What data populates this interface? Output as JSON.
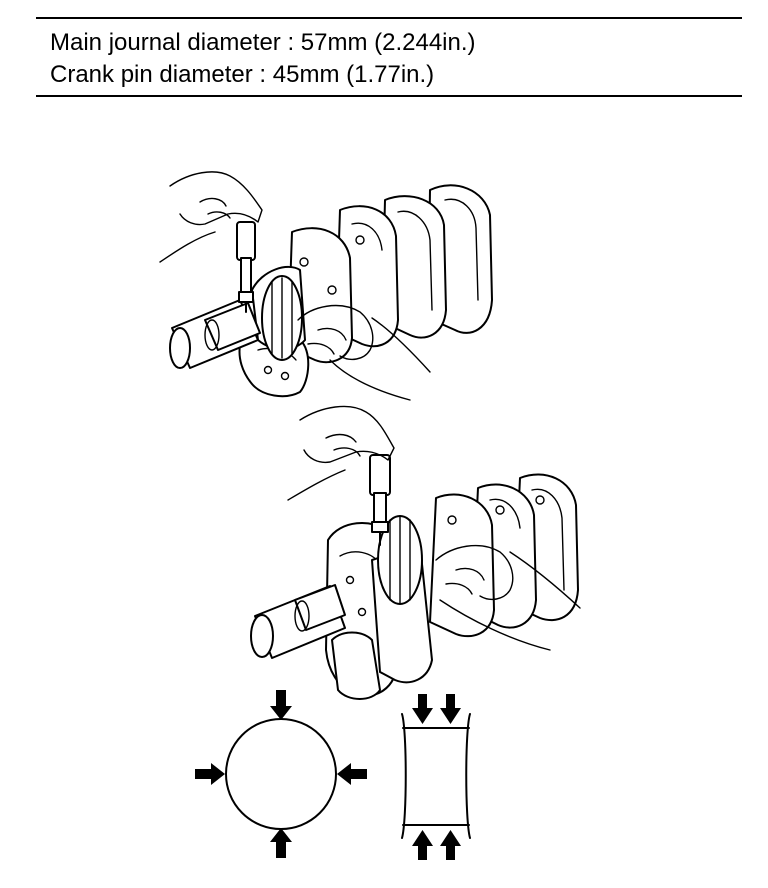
{
  "specs": {
    "main_journal": "Main journal diameter : 57mm (2.244in.)",
    "crank_pin": "Crank pin diameter : 45mm (1.77in.)"
  },
  "icons": [
    "crankshaft-illustration",
    "micrometer-icon",
    "hand-icon",
    "arrow-icon"
  ],
  "colors": {
    "ink": "#000000",
    "paper": "#ffffff"
  }
}
